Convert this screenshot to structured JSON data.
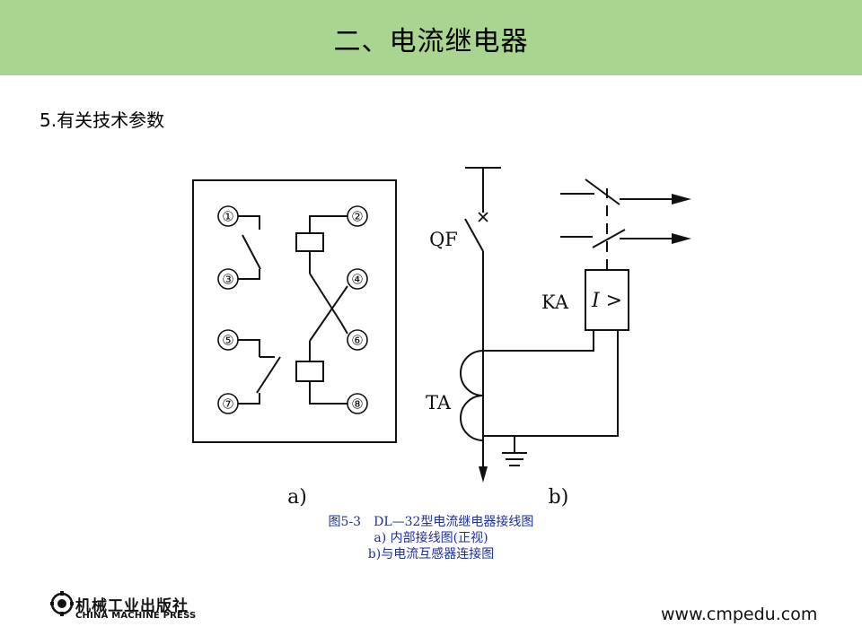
{
  "header": {
    "title": "二、电流继电器",
    "bg_color": "#a8d590"
  },
  "section": {
    "heading": "5.有关技术参数"
  },
  "diagram_a": {
    "terminals": [
      "①",
      "②",
      "③",
      "④",
      "⑤",
      "⑥",
      "⑦",
      "⑧"
    ],
    "label": "a)"
  },
  "diagram_b": {
    "qf_label": "QF",
    "ka_label": "KA",
    "relay_symbol": "I >",
    "ta_label": "TA",
    "label": "b)"
  },
  "caption": {
    "line1": "图5-3　DL—32型电流继电器接线图",
    "line2": "a) 内部接线图(正视)",
    "line3": "b)与电流互感器连接图",
    "color": "#1a2fa6"
  },
  "footer": {
    "logo_cn": "机械工业出版社",
    "logo_en": "CHINA MACHINE PRESS",
    "url": "www.cmpedu.com"
  }
}
